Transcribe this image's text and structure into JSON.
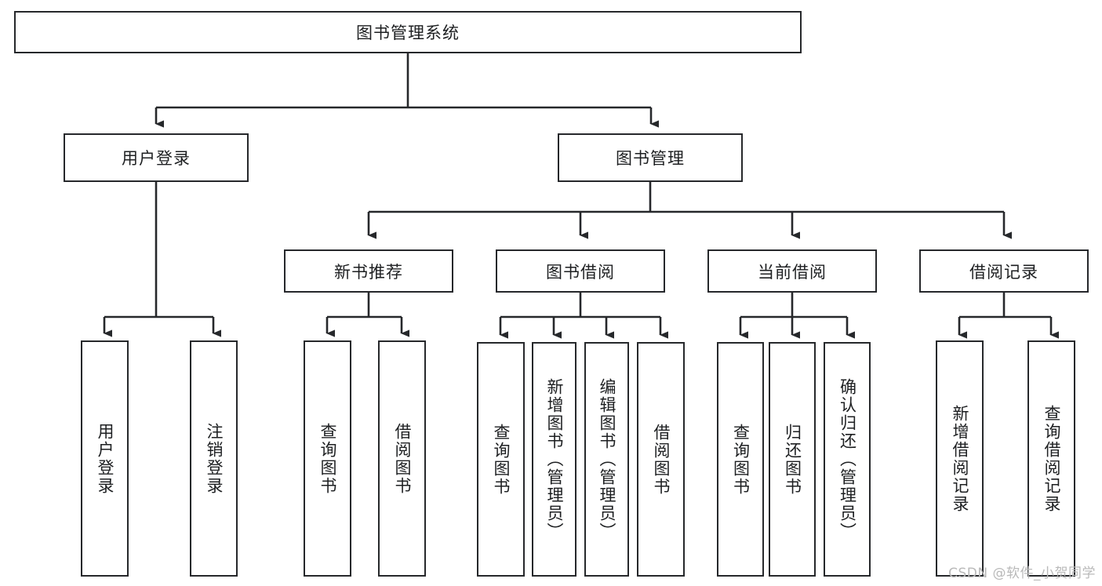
{
  "diagram": {
    "title": "图书管理系统",
    "type": "tree-hierarchy",
    "watermark": "CSDN @软件_小贺同学",
    "colors": {
      "stroke": "#26282b",
      "fill": "#ffffff",
      "text": "#1d1f21",
      "watermark": "#b9b9b9"
    },
    "levels": {
      "root": {
        "label": "图书管理系统"
      },
      "level2": [
        {
          "label": "用户登录"
        },
        {
          "label": "图书管理"
        }
      ],
      "level3": [
        {
          "label": "新书推荐"
        },
        {
          "label": "图书借阅"
        },
        {
          "label": "当前借阅"
        },
        {
          "label": "借阅记录"
        }
      ],
      "leaves": {
        "user_login": [
          {
            "label": "用户登录"
          },
          {
            "label": "注销登录"
          }
        ],
        "new_book_recommend": [
          {
            "label": "查询图书"
          },
          {
            "label": "借阅图书"
          }
        ],
        "book_borrow": [
          {
            "label": "查询图书"
          },
          {
            "label": "新增图书（管理员）"
          },
          {
            "label": "编辑图书（管理员）"
          },
          {
            "label": "借阅图书"
          }
        ],
        "current_borrow": [
          {
            "label": "查询图书"
          },
          {
            "label": "归还图书"
          },
          {
            "label": "确认归还（管理员）"
          }
        ],
        "borrow_record": [
          {
            "label": "新增借阅记录"
          },
          {
            "label": "查询借阅记录"
          }
        ]
      }
    }
  }
}
